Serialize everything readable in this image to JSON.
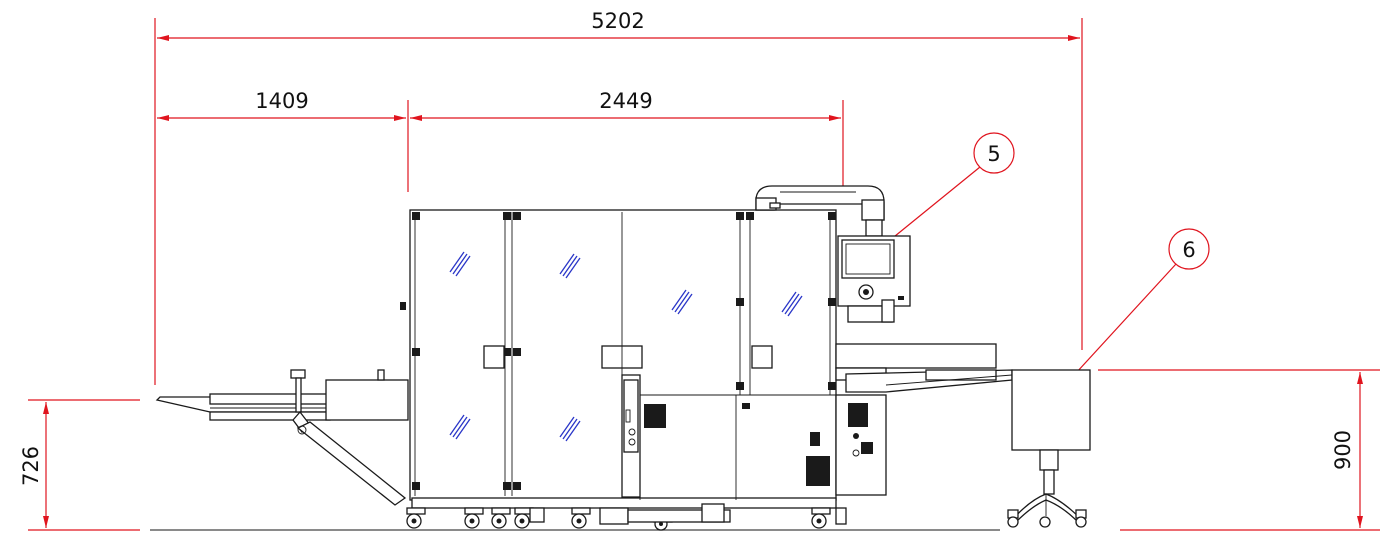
{
  "dimensions": {
    "overall_length": "5202",
    "infeed_length": "1409",
    "main_length": "2449",
    "infeed_height": "726",
    "outfeed_height": "900"
  },
  "balloons": {
    "item_5": "5",
    "item_6": "6"
  },
  "colors": {
    "dimension": "#e0141e",
    "outline": "#1a1a1a",
    "glass_hatch": "#2a36c8"
  }
}
